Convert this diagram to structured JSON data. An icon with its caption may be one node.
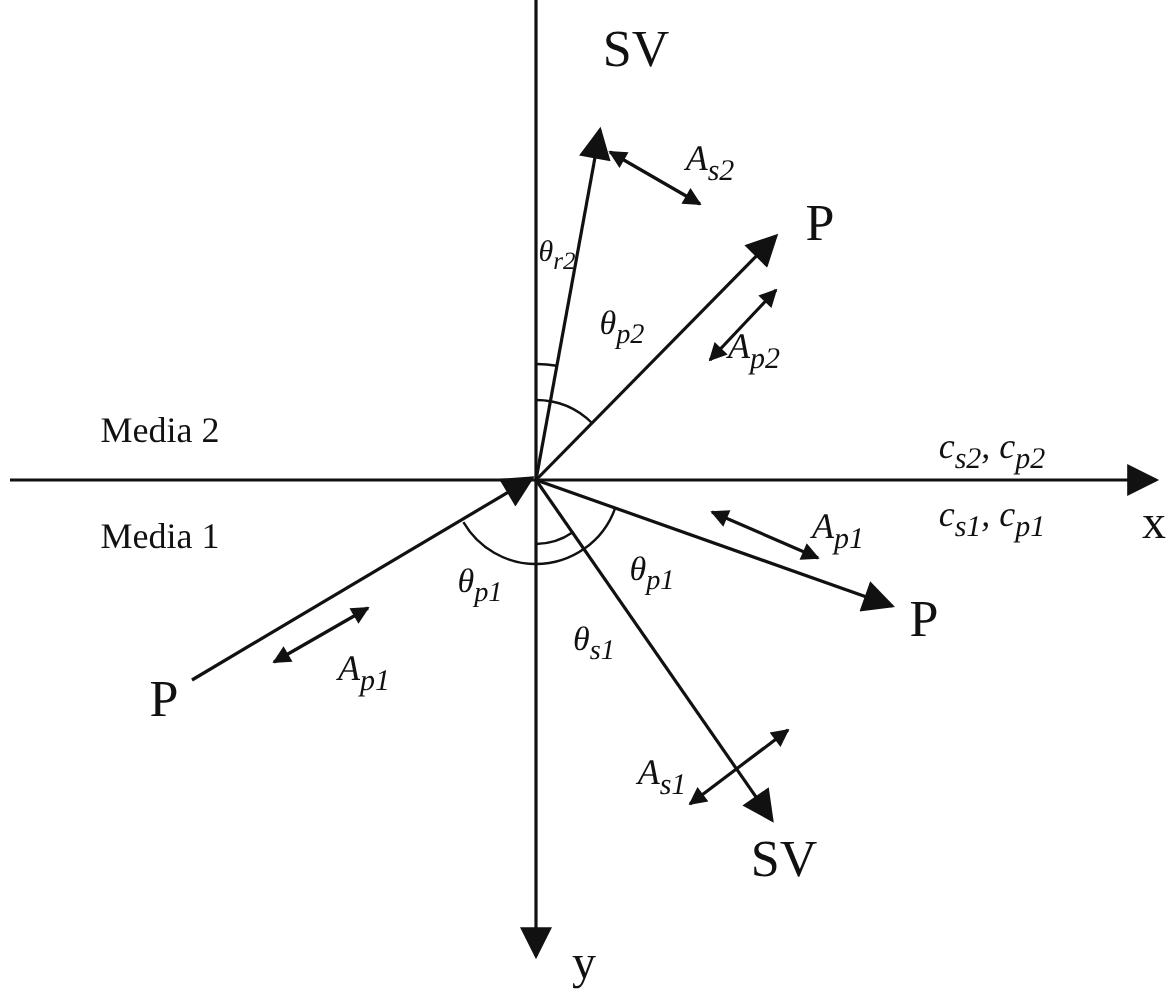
{
  "diagram": {
    "labels": [
      "SV",
      "A$_{s2}$",
      "P",
      "θ$_{r2}$",
      "θ$_{p2}$",
      "A$_{p2}$",
      "Media 2",
      "c$_{s2}$, c$_{p2}$",
      "Media 1",
      "A$_{p1}$",
      "c$_{s1}$, c$_{p1}$",
      "x",
      "θ$_{p1}$",
      "θ$_{p1}$",
      "P",
      "A$_{p1}$",
      "P",
      "θ$_{s1}$",
      "A$_{s1}$",
      "SV",
      "y"
    ]
  }
}
